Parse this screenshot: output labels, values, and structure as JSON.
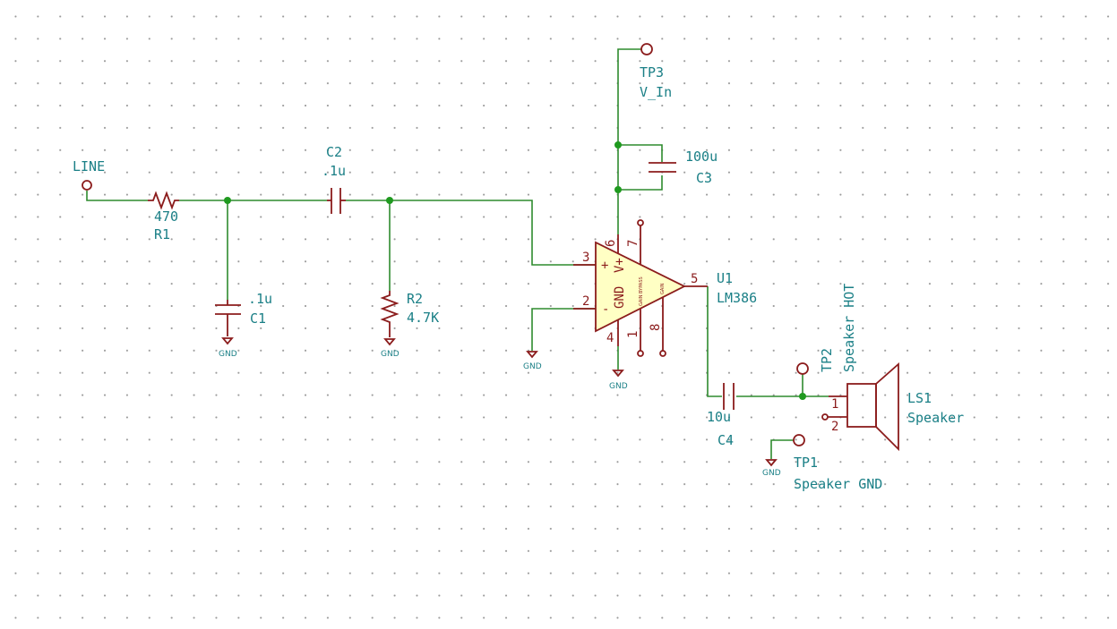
{
  "net_labels": {
    "line_in": "LINE"
  },
  "components": {
    "R1": {
      "ref": "R1",
      "value": "470"
    },
    "C1": {
      "ref": "C1",
      "value": ".1u"
    },
    "C2": {
      "ref": "C2",
      "value": ".1u"
    },
    "R2": {
      "ref": "R2",
      "value": "4.7K"
    },
    "C3": {
      "ref": "C3",
      "value": "100u"
    },
    "C4": {
      "ref": "C4",
      "value": "10u"
    },
    "U1": {
      "ref": "U1",
      "value": "LM386",
      "pins": {
        "p1": "1",
        "p2": "2",
        "p3": "3",
        "p4": "4",
        "p5": "5",
        "p6": "6",
        "p7": "7",
        "p8": "8"
      },
      "inner": {
        "gnd": "GND",
        "vplus": "V+",
        "plus": "+",
        "minus": "-",
        "gain1": "GAIN",
        "bypass": "BYPASS",
        "gain2": "GAIN"
      }
    },
    "LS1": {
      "ref": "LS1",
      "value": "Speaker",
      "pins": {
        "p1": "1",
        "p2": "2"
      }
    },
    "TP1": {
      "ref": "TP1",
      "value": "Speaker GND"
    },
    "TP2": {
      "ref": "TP2",
      "value": "Speaker HOT"
    },
    "TP3": {
      "ref": "TP3",
      "value": "V_In"
    }
  },
  "gnd_label": "GND"
}
